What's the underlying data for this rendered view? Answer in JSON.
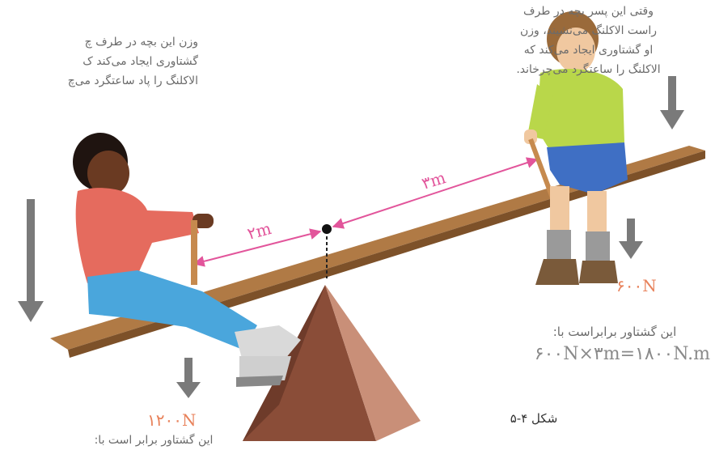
{
  "captions": {
    "right_boy": "وقتی این پسر بچه در طرف\nراست الاکلنگ می‌نشیند، وزن\nاو گشتاوری ایجاد می‌کند که\nالاکلنگ را ساعتگرد می‌چرخاند.",
    "left_child": "وزن این بچه در طرف چ\nگشتاوری ایجاد می‌کند ک\nالاکلنگ را پاد ساعتگرد می‌چ",
    "bottom_partial": "این گشتاور برابر است با:"
  },
  "distances": {
    "left": "۲m",
    "right": "۳m"
  },
  "forces": {
    "right": "۶۰۰N",
    "left": "۱۲۰۰N"
  },
  "result": {
    "label": "این گشتاور برابراست با:",
    "formula": "۶۰۰N×۳m=۱۸۰۰N.m"
  },
  "figure_label": "شکل ۴-۵",
  "colors": {
    "arrow_gray": "#7a7a7a",
    "dimension_pink": "#e2559b",
    "force_label": "#e8825b",
    "plank": "#b07a45"
  }
}
